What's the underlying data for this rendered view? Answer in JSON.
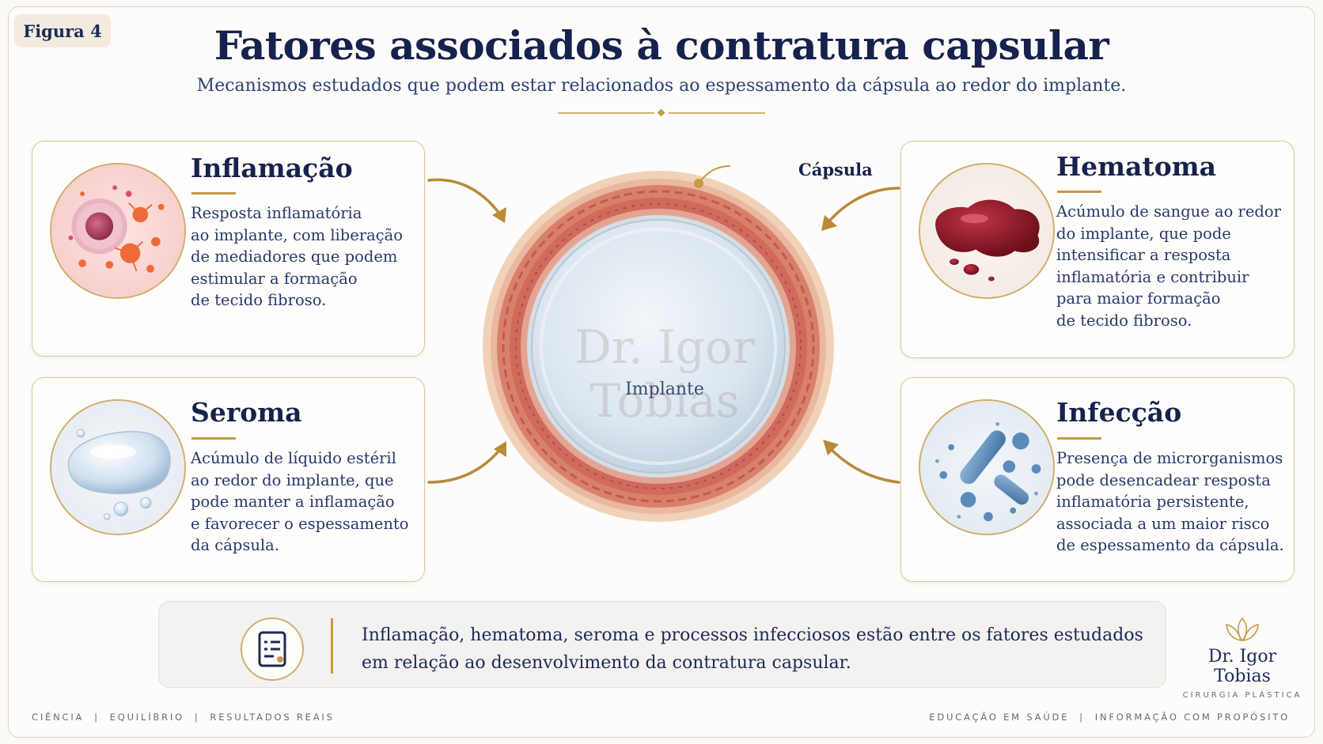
{
  "badge": "Figura 4",
  "title": "Fatores associados à contratura capsular",
  "subtitle": "Mecanismos estudados que podem estar relacionados ao espessamento da cápsula ao redor do implante.",
  "center": {
    "capsule_label": "Cápsula",
    "implant_label": "Implante",
    "watermark": "Dr. Igor Tobias"
  },
  "cards": {
    "inflamacao": {
      "title": "Inflamação",
      "text": "Resposta inflamatória\nao implante, com liberação\nde mediadores que podem\nestimular a formação\nde tecido fibroso."
    },
    "seroma": {
      "title": "Seroma",
      "text": "Acúmulo de líquido estéril\nao redor do implante, que\npode manter a inflamação\ne favorecer o espessamento\nda cápsula."
    },
    "hematoma": {
      "title": "Hematoma",
      "text": "Acúmulo de sangue ao redor\ndo implante, que pode\nintensificar a resposta\ninflamatória e contribuir\npara maior formação\nde tecido fibroso."
    },
    "infeccao": {
      "title": "Infecção",
      "text": "Presença de microrganismos\npode desencadear resposta\ninflamatória persistente,\nassociada a um maior risco\nde espessamento da cápsula."
    }
  },
  "note": "Inflamação, hematoma, seroma e processos infecciosos estão entre os fatores estudados\nem relação ao desenvolvimento da contratura capsular.",
  "logo": {
    "name": "Dr. Igor Tobias",
    "subtitle": "CIRURGIA PLÁSTICA"
  },
  "footer": {
    "left": "CIÊNCIA  |  EQUILÍBRIO  |  RESULTADOS REAIS",
    "right": "EDUCAÇÃO EM SAÚDE  |  INFORMAÇÃO COM PROPÓSITO"
  },
  "colors": {
    "navy": "#16224d",
    "gold": "#c79a45",
    "capsule": "#d0705e",
    "blood": "#8e1622",
    "bacteria": "#4f84b8"
  }
}
